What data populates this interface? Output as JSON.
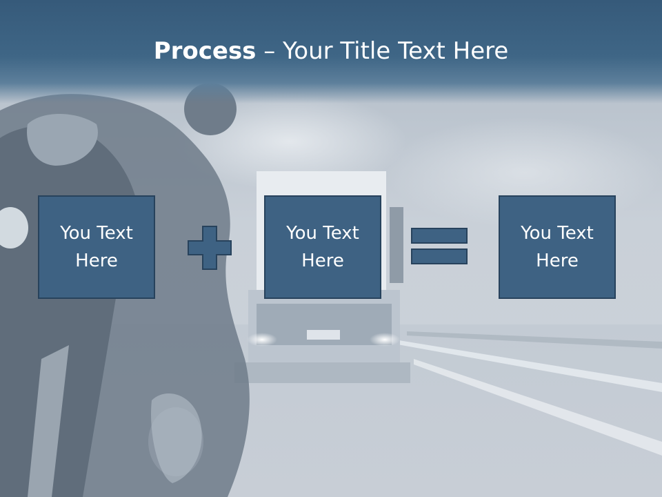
{
  "title": {
    "bold": "Process",
    "rest": " – Your Title Text Here"
  },
  "boxes": [
    {
      "text": "You Text Here"
    },
    {
      "text": "You Text Here"
    },
    {
      "text": "You Text Here"
    }
  ],
  "operators": [
    "plus-icon",
    "equals-icon"
  ],
  "colors": {
    "title_bar": "#3f6686",
    "box_fill": "#3e6283",
    "box_border": "#27425c",
    "text": "#ffffff"
  }
}
